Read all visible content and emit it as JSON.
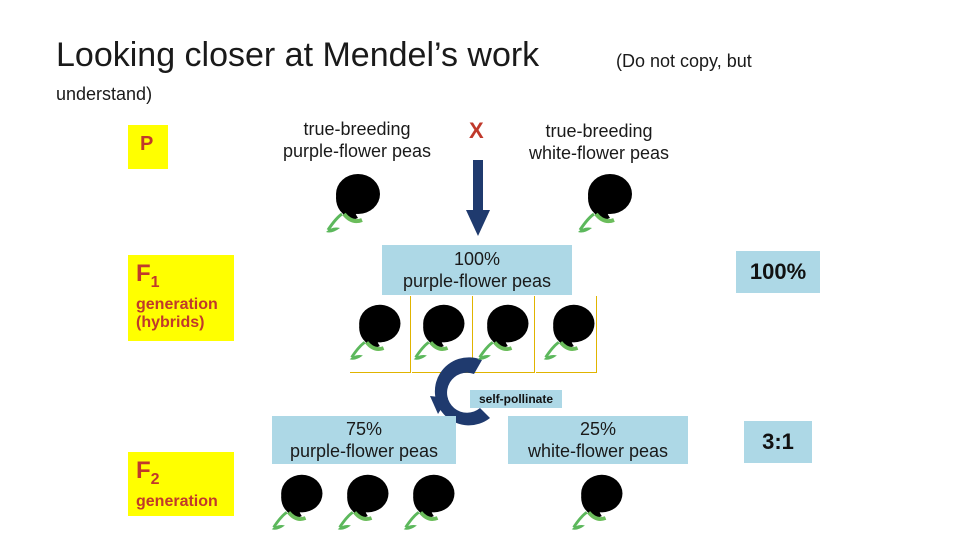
{
  "title": "Looking closer at Mendel’s work",
  "title_note_line1": "(Do not copy, but",
  "title_note_line2": "understand)",
  "generations": {
    "p": "P",
    "f1_letter": "F",
    "f1_sub": "1",
    "f1_line1": "generation",
    "f1_line2": "(hybrids)",
    "f2_letter": "F",
    "f2_sub": "2",
    "f2_line1": "generation"
  },
  "parents": {
    "purple_line1": "true-breeding",
    "purple_line2": "purple-flower peas",
    "cross": "X",
    "white_line1": "true-breeding",
    "white_line2": "white-flower peas"
  },
  "f1": {
    "line1": "100%",
    "line2": "purple-flower peas",
    "ratio": "100%"
  },
  "self_pollinate": "self-pollinate",
  "f2": {
    "purple_line1": "75%",
    "purple_line2": "purple-flower peas",
    "white_line1": "25%",
    "white_line2": "white-flower peas",
    "ratio": "3:1"
  },
  "colors": {
    "generation_bg": "#ffff00",
    "generation_text": "#c0392b",
    "box_bg": "#add8e6",
    "arrow": "#1f3a6e",
    "purple_flower": "#b9a3dd",
    "white_flower": "#f2f0ec",
    "stem": "#5cb85c"
  }
}
